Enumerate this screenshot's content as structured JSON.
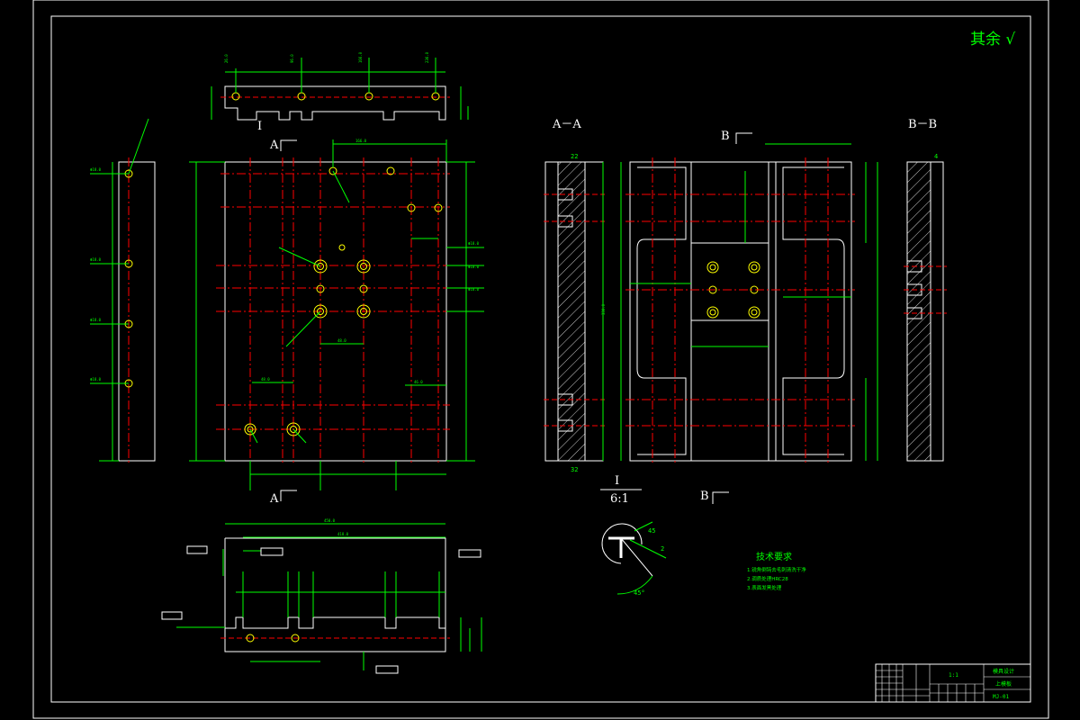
{
  "corner_note": "其余 √",
  "section_labels": {
    "aa": "A－A",
    "bb": "B－B",
    "cut_a_top": "A",
    "cut_a_bottom": "A",
    "cut_b_top": "B",
    "cut_b_bottom": "B",
    "detail_ref": "I",
    "detail_title": "I",
    "detail_scale": "6:1"
  },
  "aa_dims": {
    "top": "22",
    "bottom": "32"
  },
  "detail_dims": {
    "d1": "45",
    "d2": "2",
    "d3": "45°"
  },
  "bb_dims": {
    "top": "4"
  },
  "tech_requirements": {
    "title": "技术要求",
    "items": [
      "1.锐角倒钝去毛刺清洗干净",
      "2.调质处理HRC28",
      "3.表面发黑处理"
    ]
  },
  "title_block": {
    "scale_code": "1:1",
    "name": "上模板",
    "company": "模具设计",
    "drawing_no": "MJ-01"
  },
  "colors": {
    "outline": "#ffffff",
    "dimension": "#00ff00",
    "center": "#ff0000",
    "hole": "#ffff00",
    "accent": "#00ffff"
  }
}
